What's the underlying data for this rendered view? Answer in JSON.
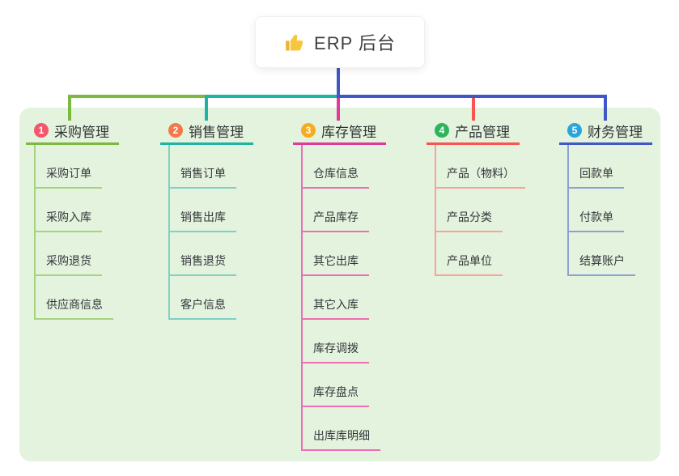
{
  "root": {
    "label": "ERP 后台",
    "icon": "thumbs-up-icon"
  },
  "colors": {
    "panel_background": "#e4f3de",
    "root_connector": "#4157c8",
    "branch_1": {
      "line": "#7cb93f",
      "light_line": "#a6d37f",
      "badge": "#f1586b"
    },
    "branch_2": {
      "line": "#1fb3a4",
      "light_line": "#7fd0c5",
      "badge": "#f2794b"
    },
    "branch_3": {
      "line": "#e03a9d",
      "light_line": "#ee6db4",
      "badge": "#f8ab1e"
    },
    "branch_4": {
      "line": "#f9544f",
      "light_line": "#faa09e",
      "badge": "#2fb45c"
    },
    "branch_5": {
      "line": "#4157c8",
      "light_line": "#8e9fd4",
      "badge": "#2ba4dc"
    }
  },
  "branches": [
    {
      "number": "1",
      "title": "采购管理",
      "items": [
        "采购订单",
        "采购入库",
        "采购退货",
        "供应商信息"
      ]
    },
    {
      "number": "2",
      "title": "销售管理",
      "items": [
        "销售订单",
        "销售出库",
        "销售退货",
        "客户信息"
      ]
    },
    {
      "number": "3",
      "title": "库存管理",
      "items": [
        "仓库信息",
        "产品库存",
        "其它出库",
        "其它入库",
        "库存调拨",
        "库存盘点",
        "出库库明细"
      ]
    },
    {
      "number": "4",
      "title": "产品管理",
      "items": [
        "产品（物料）",
        "产品分类",
        "产品单位"
      ]
    },
    {
      "number": "5",
      "title": "财务管理",
      "items": [
        "回款单",
        "付款单",
        "结算账户"
      ]
    }
  ]
}
